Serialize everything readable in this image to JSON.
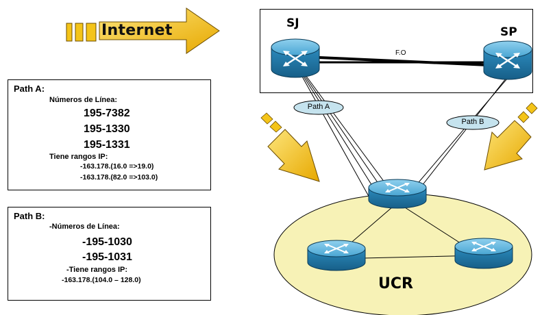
{
  "internet_label": "Internet",
  "sites": {
    "sj": "SJ",
    "sp": "SP"
  },
  "link_label": "F.O",
  "paths": {
    "a": "Path A",
    "b": "Path B"
  },
  "campus_label": "UCR",
  "path_a_box": {
    "title": "Path A:",
    "lines_heading": "Números de Línea:",
    "numbers": [
      "195-7382",
      "195-1330",
      "195-1331"
    ],
    "ip_heading": "Tiene rangos IP:",
    "ip_ranges": [
      "-163.178.(16.0 =>19.0)",
      "-163.178.(82.0 =>103.0)"
    ]
  },
  "path_b_box": {
    "title": "Path B:",
    "lines_heading": "-Números de Línea:",
    "numbers": [
      "-195-1030",
      "-195-1031"
    ],
    "ip_heading": "-Tiene rangos IP:",
    "ip_ranges": [
      "-163.178.(104.0 – 128.0)"
    ]
  },
  "colors": {
    "arrow_fill": "#f4c419",
    "router_blue": "#2e86b6",
    "ellipse_fill": "#f7f2b6",
    "path_bubble": "#c5e3ee"
  }
}
